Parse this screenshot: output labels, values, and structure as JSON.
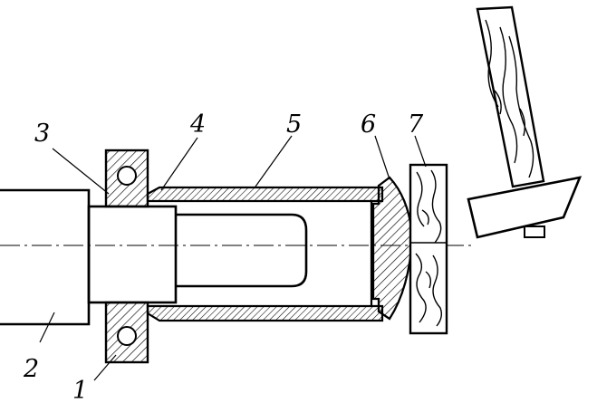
{
  "labels": {
    "p1": "1",
    "p2": "2",
    "p3": "3",
    "p4": "4",
    "p5": "5",
    "p6": "6",
    "p7": "7"
  }
}
